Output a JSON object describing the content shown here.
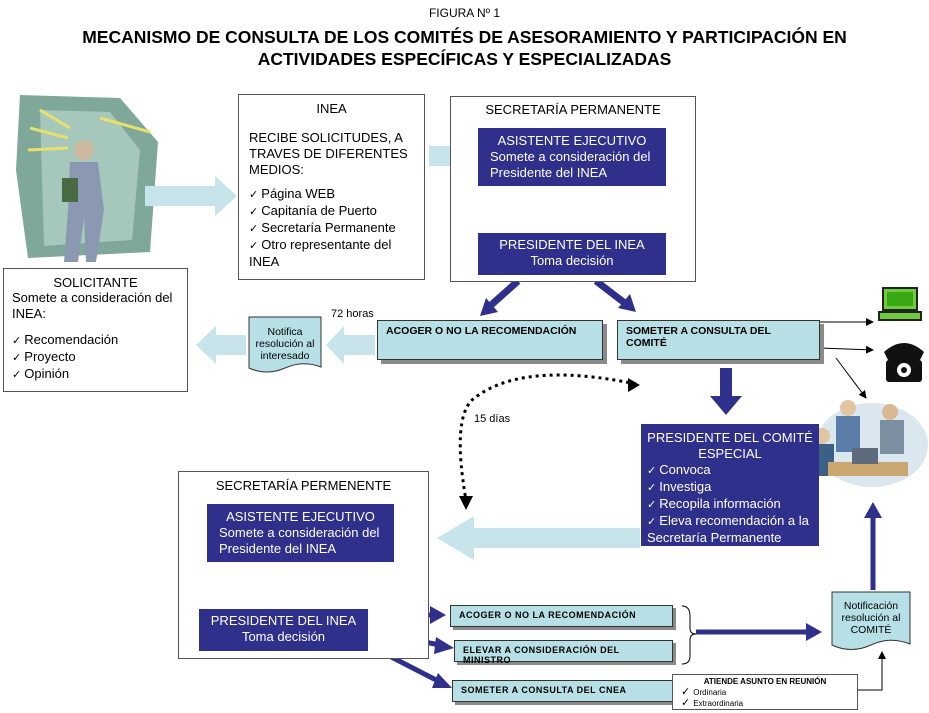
{
  "figure_label": "FIGURA Nº 1",
  "title_line1": "MECANISMO DE CONSULTA DE LOS COMITÉS DE ASESORAMIENTO Y PARTICIPACIÓN EN",
  "title_line2": "ACTIVIDADES ESPECÍFICAS Y ESPECIALIZADAS",
  "inea_box": {
    "title": "INEA",
    "text": "RECIBE SOLICITUDES, A TRAVES DE DIFERENTES MEDIOS:",
    "items": [
      "Página WEB",
      "Capitanía de Puerto",
      "Secretaría Permanente",
      "Otro representante del INEA"
    ]
  },
  "secretaria_top": {
    "title": "SECRETARÍA PERMANENTE",
    "asistente_title": "ASISTENTE EJECUTIVO",
    "asistente_text": "Somete a consideración del Presidente del INEA",
    "presidente_title": "PRESIDENTE DEL INEA",
    "presidente_text": "Toma decisión"
  },
  "solicitante": {
    "title": "SOLICITANTE",
    "text": "Somete a consideración del INEA:",
    "items": [
      "Recomendación",
      "Proyecto",
      "Opinión"
    ]
  },
  "notifica_doc": "Notifica resolución al interesado",
  "label_72": "72 horas",
  "label_15": "15 días",
  "acoger_bar": "ACOGER O NO LA RECOMENDACIÓN",
  "someter_bar": "SOMETER A CONSULTA DEL COMITÉ",
  "presidente_comite": {
    "title": "PRESIDENTE DEL COMITÉ ESPECIAL",
    "items": [
      "Convoca",
      "Investiga",
      "Recopila información",
      "Eleva recomendación a la Secretaría Permanente"
    ]
  },
  "secretaria_bottom": {
    "title": "SECRETARÍA PERMENENTE",
    "asistente_title": "ASISTENTE EJECUTIVO",
    "asistente_text": "Somete a consideración del Presidente del INEA",
    "presidente_title": "PRESIDENTE DEL INEA",
    "presidente_text": "Toma decisión"
  },
  "options": [
    "ACOGER O NO LA RECOMENDACIÓN",
    "ELEVAR A CONSIDERACIÓN DEL MINISTRO",
    "SOMETER A CONSULTA DEL CNEA"
  ],
  "reunion_box": {
    "title": "ATIENDE ASUNTO EN REUNIÓN",
    "items": [
      "Ordinaria",
      "Extraordinaria"
    ]
  },
  "notificacion_doc": "Notificación resolución al COMITÉ",
  "icons": [
    "person-icon",
    "computer-icon",
    "telephone-icon",
    "meeting-icon"
  ],
  "colors": {
    "navy": "#2f2f8c",
    "cyan": "#b6e0e6",
    "light_arrow": "#c7e4ea"
  }
}
